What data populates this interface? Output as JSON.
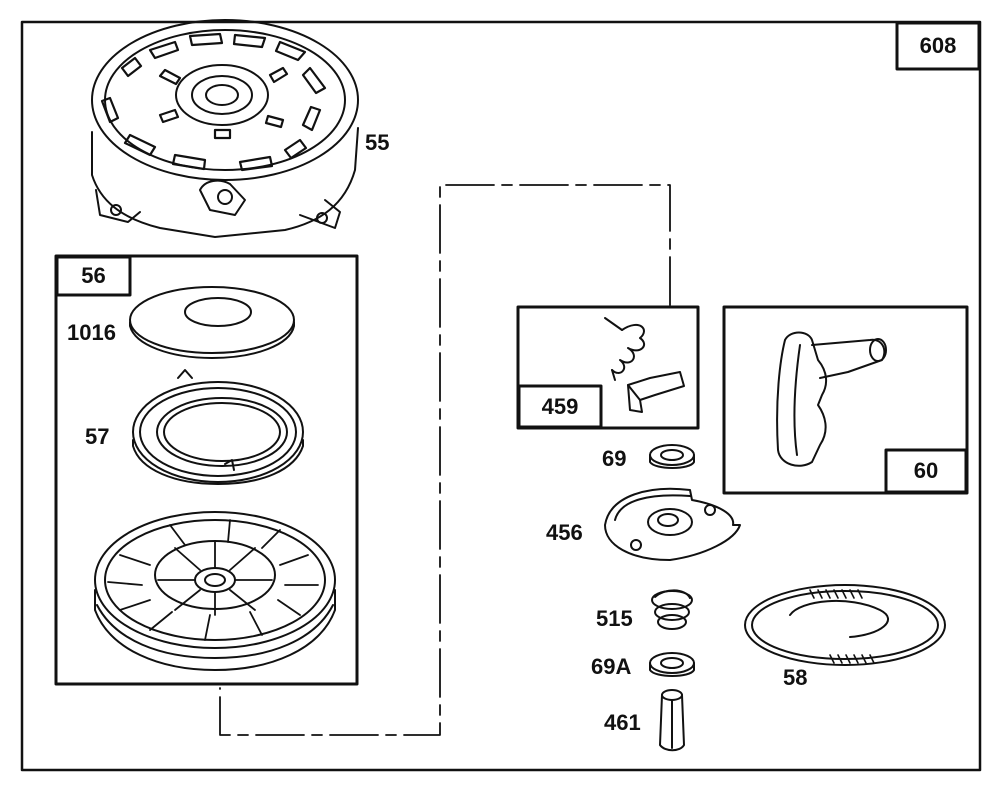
{
  "assembly_number": "608",
  "groups": [
    {
      "id": "56",
      "label": "56"
    },
    {
      "id": "459",
      "label": "459"
    },
    {
      "id": "60",
      "label": "60"
    }
  ],
  "parts": {
    "p55": "55",
    "p1016": "1016",
    "p57": "57",
    "p69": "69",
    "p456": "456",
    "p515": "515",
    "p69A": "69A",
    "p461": "461",
    "p58": "58"
  }
}
